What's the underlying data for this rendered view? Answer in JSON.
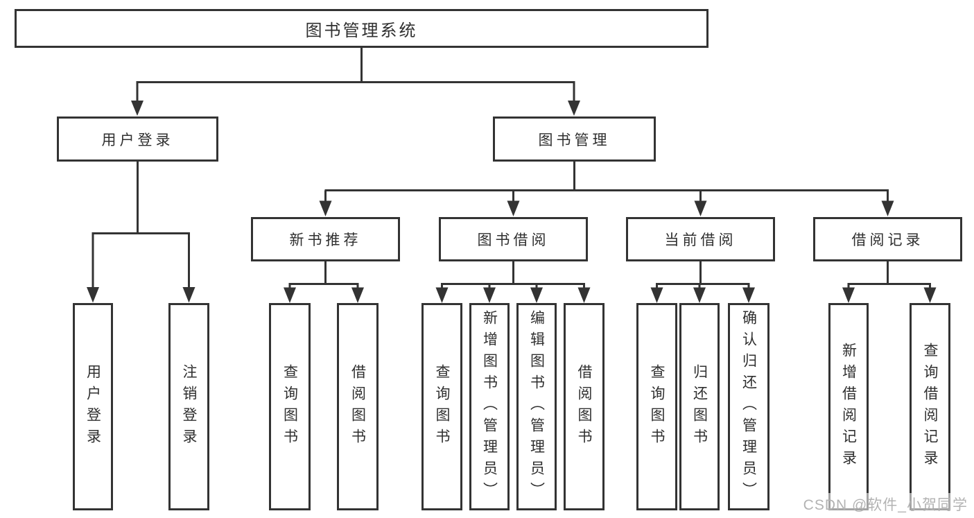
{
  "root": {
    "label": "图书管理系统"
  },
  "branches": [
    {
      "label": "用户登录",
      "children": [
        {
          "label": "用户登录"
        },
        {
          "label": "注销登录"
        }
      ]
    },
    {
      "label": "图书管理",
      "children": [
        {
          "label": "新书推荐",
          "children": [
            {
              "label": "查询图书"
            },
            {
              "label": "借阅图书"
            }
          ]
        },
        {
          "label": "图书借阅",
          "children": [
            {
              "label": "查询图书"
            },
            {
              "label": "新增图书（管理员）"
            },
            {
              "label": "编辑图书（管理员）"
            },
            {
              "label": "借阅图书"
            }
          ]
        },
        {
          "label": "当前借阅",
          "children": [
            {
              "label": "查询图书"
            },
            {
              "label": "归还图书"
            },
            {
              "label": "确认归还（管理员）"
            }
          ]
        },
        {
          "label": "借阅记录",
          "children": [
            {
              "label": "新增借阅记录"
            },
            {
              "label": "查询借阅记录"
            }
          ]
        }
      ]
    }
  ],
  "watermark": "CSDN @软件_小贺同学",
  "colors": {
    "line": "#333333",
    "text": "#2f2f2f",
    "background": "#ffffff",
    "watermark": "#b3b3b3"
  }
}
